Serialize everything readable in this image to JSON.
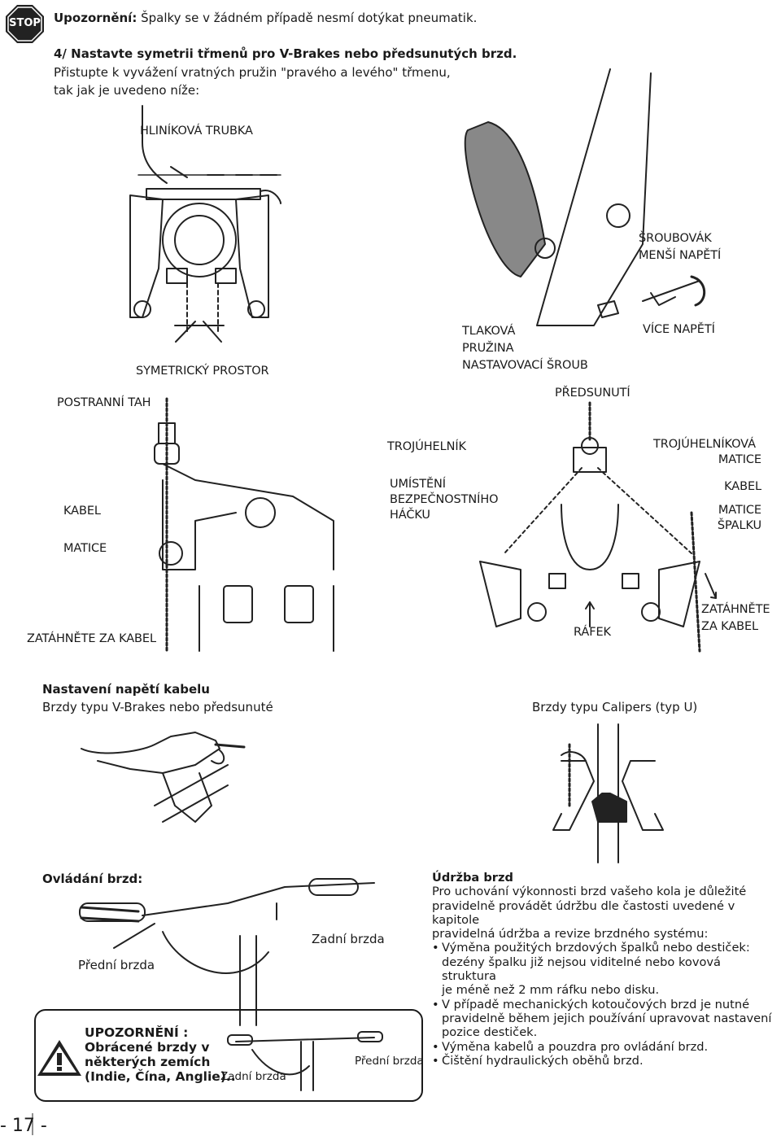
{
  "stop_sign": "STOP",
  "warning_top": {
    "label": "Upozornění:",
    "text": " Špalky se v žádném případě nesmí dotýkat pneumatik."
  },
  "section4": {
    "title": "4/ Nastavte symetrii třmenů pro V-Brakes nebo předsunutých brzd.",
    "line1": "Přistupte k vyvážení vratných pružin \"pravého a levého\" třmenu,",
    "line2": "tak jak je uvedeno níže:"
  },
  "labels": {
    "hlinikova_trubka": "HLINÍKOVÁ TRUBKA",
    "sroubovak_1": "ŠROUBOVÁK",
    "sroubovak_2": "MENŠÍ NAPĚTÍ",
    "vice_napeti": "VÍCE NAPĚTÍ",
    "tlakova_1": "TLAKOVÁ",
    "tlakova_2": "PRUŽINA",
    "tlakova_3": "NASTAVOVACÍ ŠROUB",
    "symetricky": "SYMETRICKÝ PROSTOR",
    "postranni": "POSTRANNÍ TAH",
    "predsunuti": "PŘEDSUNUTÍ",
    "trojuhelnik": "TROJÚHELNÍK",
    "troj_matice_1": "TROJÚHELNÍKOVÁ",
    "troj_matice_2": "MATICE",
    "umisteni_1": "UMÍSTĚNÍ",
    "umisteni_2": "BEZPEČNOSTNÍHO",
    "umisteni_3": "HÁČKU",
    "kabel_left": "KABEL",
    "kabel_right": "KABEL",
    "matice_spalku_1": "MATICE",
    "matice_spalku_2": "ŠPALKU",
    "matice": "MATICE",
    "zatahnete_left": "ZATÁHNĚTE ZA KABEL",
    "rafek": "RÁFEK",
    "zatahnete_right_1": "ZATÁHNĚTE",
    "zatahnete_right_2": "ZA KABEL"
  },
  "tension": {
    "title": "Nastavení napětí kabelu",
    "vbrakes": "Brzdy typu V-Brakes nebo předsunuté",
    "calipers": "Brzdy typu Calipers (typ U)"
  },
  "controls": {
    "title": "Ovládání brzd:",
    "front": "Přední brzda",
    "rear": "Zadní brzda",
    "warning_1": "UPOZORNĚNÍ :",
    "warning_2": "Obrácené brzdy v",
    "warning_3": "některých zemích",
    "warning_4": "(Indie, Čína, Anglie)..",
    "rear2": "Zadní brzda",
    "front2": "Přední brzda"
  },
  "maintenance": {
    "title": "Údržba brzd",
    "intro_1": "Pro uchování výkonnosti brzd vašeho kola je důležité",
    "intro_2": "pravidelně provádět údržbu dle častosti uvedené v kapitole",
    "intro_3": "pravidelná údržba a revize brzdného systému:",
    "b1_1": "Výměna použitých brzdových špalků nebo destiček:",
    "b1_2": "dezény špalku již nejsou viditelné nebo kovová struktura",
    "b1_3": "je méně než 2 mm ráfku nebo disku.",
    "b2_1": "V případě mechanických kotoučových brzd je nutné",
    "b2_2": "pravidelně během jejich používání upravovat nastavení",
    "b2_3": "pozice destiček.",
    "b3": "Výměna kabelů a pouzdra pro ovládání brzd.",
    "b4": "Čištění hydraulických oběhů brzd."
  },
  "page_number": "- 17 -"
}
